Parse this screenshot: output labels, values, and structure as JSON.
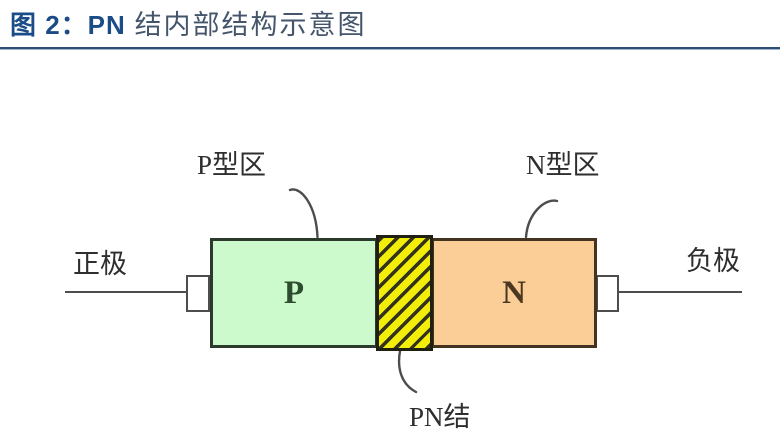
{
  "figure": {
    "caption_strong": "图 2：PN",
    "caption_rest": " 结内部结构示意图"
  },
  "diagram": {
    "p_region_label": "P型区",
    "n_region_label": "N型区",
    "positive_lead_label": "正极",
    "negative_lead_label": "负极",
    "junction_label": "PN结",
    "p_box_letter": "P",
    "n_box_letter": "N",
    "colors": {
      "caption_navy": "#1b4c87",
      "caption_gray_blue": "#45566c",
      "rule_navy": "#2e4d74",
      "p_region_fill": "#cdfacc",
      "n_region_fill": "#fcce97",
      "junction_yellow": "#f3ed0a",
      "junction_stripe": "#33331c",
      "wire_gray": "#4d4d4d"
    }
  }
}
